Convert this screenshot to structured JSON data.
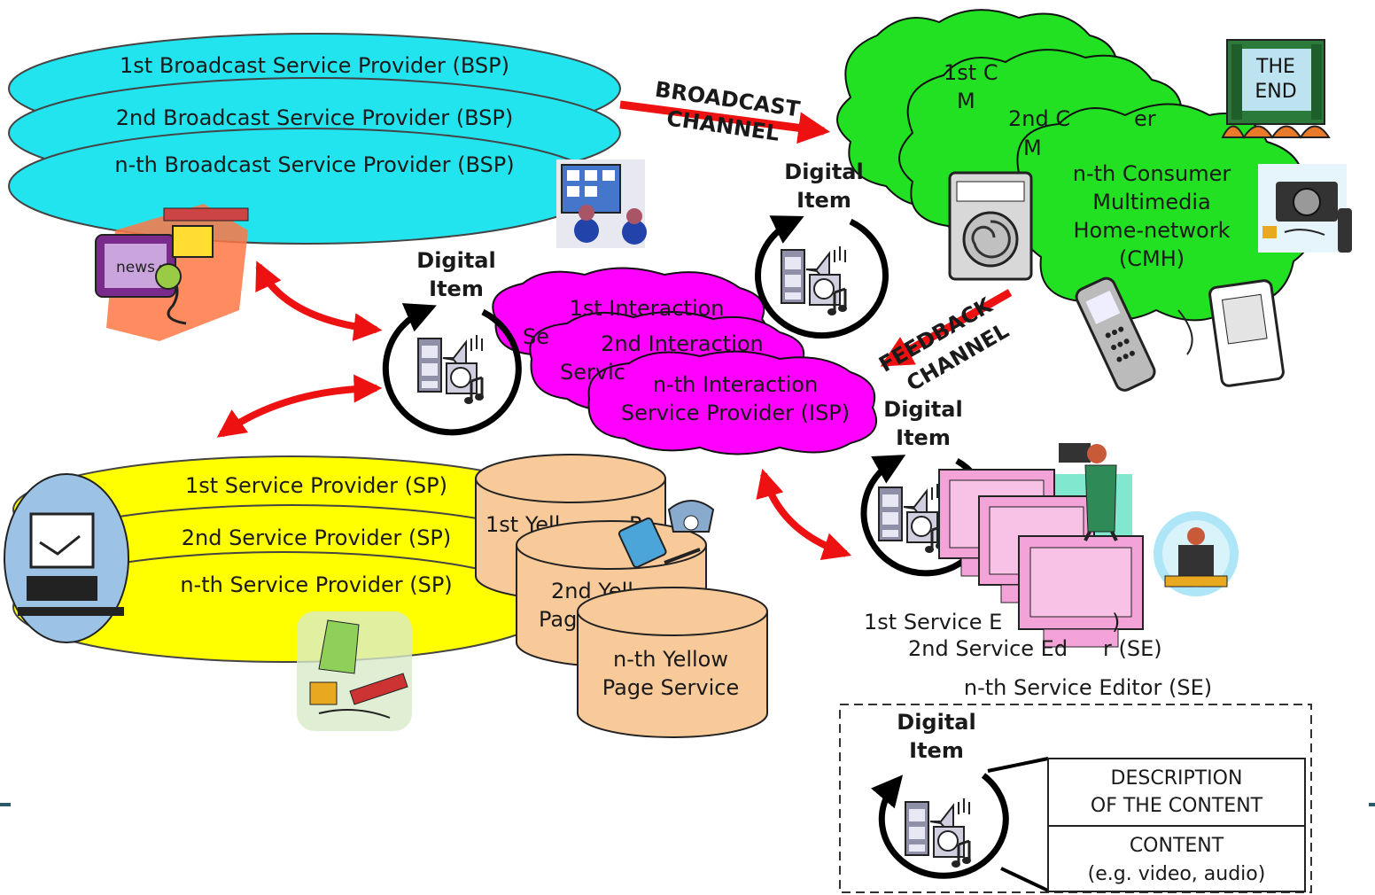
{
  "bsp": {
    "items": [
      "1st Broadcast Service Provider (BSP)",
      "2nd Broadcast Service Provider (BSP)",
      "n-th Broadcast Service Provider (BSP)"
    ],
    "color": "#22e4ef"
  },
  "sp": {
    "items": [
      "1st Service Provider (SP)",
      "2nd Service Provider (SP)",
      "n-th Service Provider (SP)"
    ],
    "color": "#ffff00"
  },
  "yps": {
    "first": "1st Yell",
    "first_tail": "P",
    "second_a": "2nd Yell",
    "second_b": "Pag",
    "nth_a": "n-th Yellow",
    "nth_b": "Page Service",
    "color": "#f8c999"
  },
  "isp": {
    "first_a": "1st Interaction",
    "first_b": "Se",
    "second_a": "2nd Interaction",
    "second_b": "Servic",
    "nth_a": "n-th Interaction",
    "nth_b": "Service Provider (ISP)",
    "color": "#ff00ff"
  },
  "cmh": {
    "first_a": "1st C",
    "first_b": "M",
    "second_a": "2nd C",
    "second_b": "er",
    "second_c": "M",
    "nth_a": "n-th Consumer",
    "nth_b": "Multimedia",
    "nth_c": "Home-network",
    "nth_d": "(CMH)",
    "color": "#22e022"
  },
  "se": {
    "first_a": "1st Service E",
    "first_b": ")",
    "second_a": "2nd Service Ed",
    "second_b": "r (SE)",
    "nth": "n-th Service Editor (SE)"
  },
  "channels": {
    "broadcast_a": "BROADCAST",
    "broadcast_b": "CHANNEL",
    "feedback_a": "FEEDBACK",
    "feedback_b": "CHANNEL"
  },
  "digital_item": {
    "line1": "Digital",
    "line2": "Item"
  },
  "legend": {
    "description_a": "DESCRIPTION",
    "description_b": "OF THE CONTENT",
    "content_a": "CONTENT",
    "content_b": "(e.g. video, audio)"
  },
  "clipart": {
    "news": "news",
    "the_end_a": "THE",
    "the_end_b": "END"
  },
  "icons": [
    "news-tv-clipart",
    "people-at-computer-clipart",
    "film-strip-icon",
    "speaker-icon",
    "music-note-icon",
    "cd-icon",
    "camera-icon",
    "mobile-phone-icon",
    "pda-icon",
    "telephone-icon",
    "cinema-screen-clipart",
    "monitor-icon",
    "cameraman-clipart",
    "computer-clipart",
    "washing-machine-clipart"
  ],
  "colors": {
    "arrow": "#ee1111",
    "cycle": "#000000"
  }
}
